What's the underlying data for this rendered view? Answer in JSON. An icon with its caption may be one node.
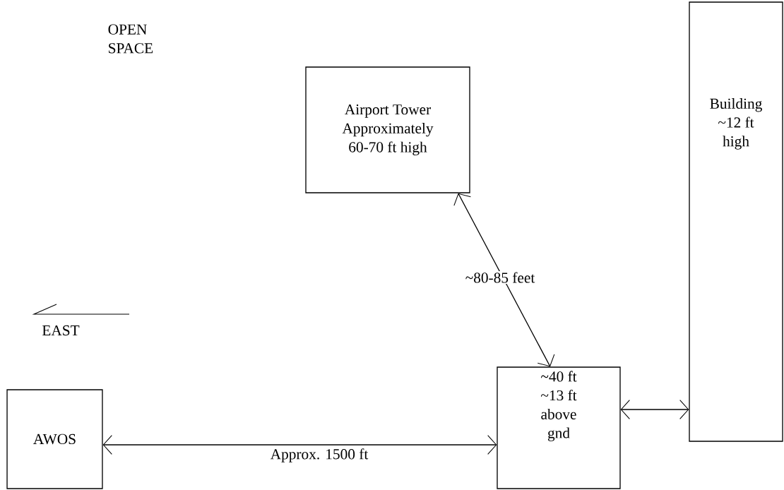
{
  "diagram": {
    "nodes": [
      {
        "text": [
          "Airport Tower Approximately 60-70 ft high"
        ]
      },
      {
        "text": [
          "Building ~12 ft high"
        ]
      },
      {
        "text": [
          "~40 ft ~13 ft above gnd"
        ]
      },
      {
        "text": [
          "AWOS"
        ]
      }
    ],
    "edges": [
      {
        "from": 0,
        "to": 2,
        "arrow": "both",
        "label": "~80-85 feet"
      },
      {
        "from": 3,
        "to": 2,
        "arrow": "both",
        "label": "Approx. 1500 ft"
      },
      {
        "from": 2,
        "to": 1,
        "arrow": "both"
      }
    ],
    "labels": [
      "OPEN SPACE",
      "EAST"
    ]
  }
}
